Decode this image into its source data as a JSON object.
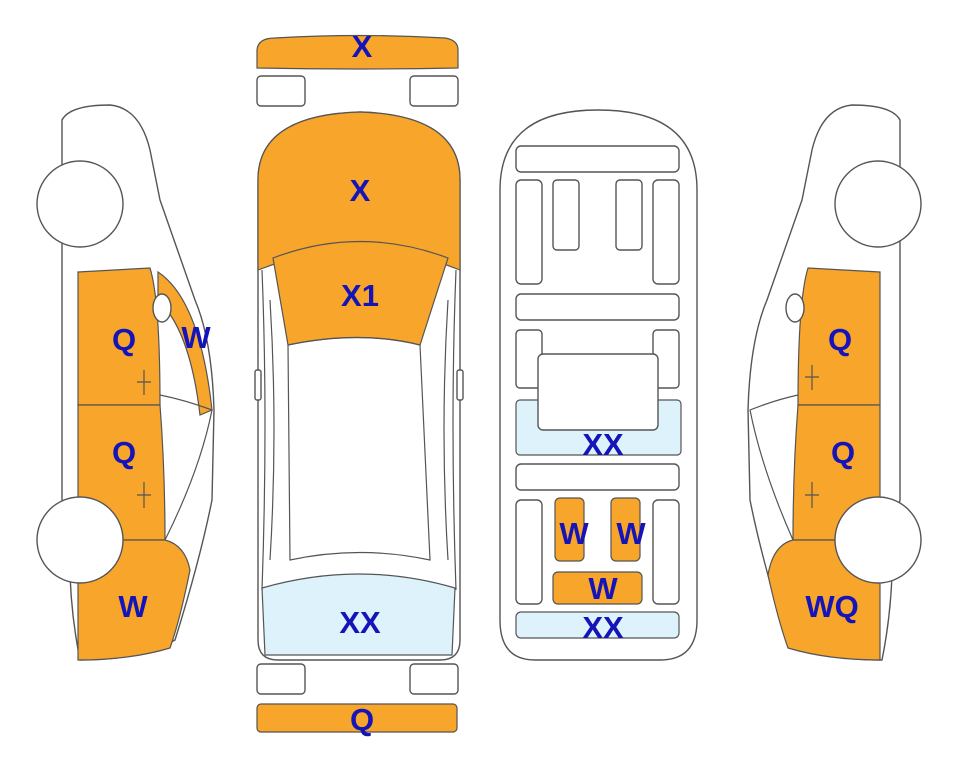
{
  "colors": {
    "damaged": "#F7A52B",
    "glass_marked": "#DDF2FB",
    "outline": "#555555",
    "label": "#1414B8",
    "background": "#FFFFFF"
  },
  "labels": {
    "front_bumper": "X",
    "rear_bumper": "Q",
    "hood": "X",
    "windshield": "X1",
    "rear_window": "XX",
    "left_front_door": "Q",
    "left_rear_door": "Q",
    "left_a_pillar": "W",
    "left_rear_quarter": "W",
    "right_front_door": "Q",
    "right_rear_door": "Q",
    "right_rear_quarter": "WQ",
    "floor_front": "XX",
    "floor_rear_left": "W",
    "floor_rear_right": "W",
    "floor_rear_center": "W",
    "floor_tail": "XX"
  }
}
